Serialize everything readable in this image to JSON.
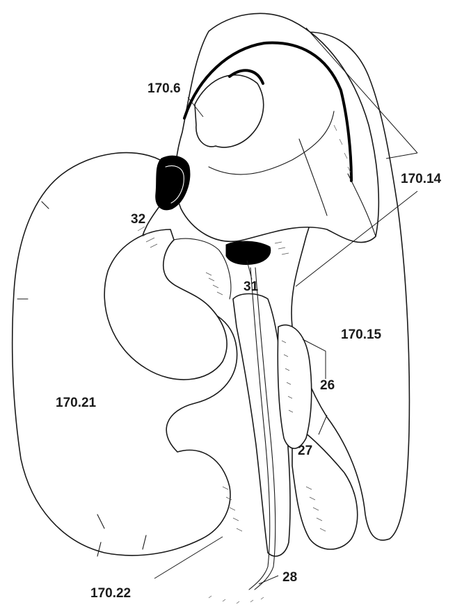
{
  "labels": {
    "l170_6": "170.6",
    "l170_14": "170.14",
    "l32": "32",
    "l31": "31",
    "l170_15": "170.15",
    "l26": "26",
    "l170_21": "170.21",
    "l27": "27",
    "l28": "28",
    "l170_22": "170.22"
  }
}
